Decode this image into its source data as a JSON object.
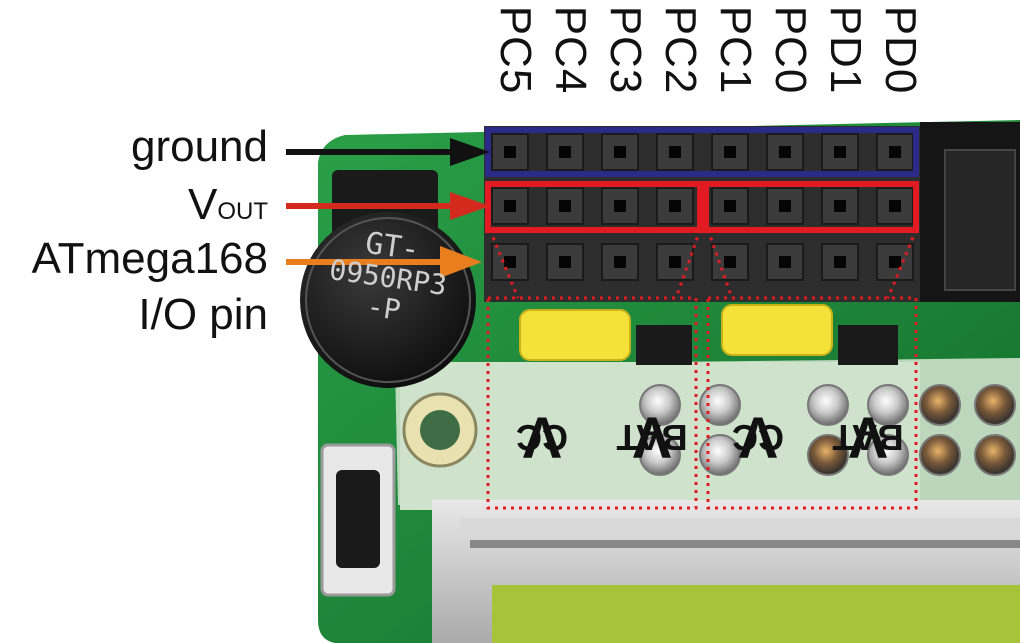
{
  "pin_labels": [
    "PC5",
    "PC4",
    "PC3",
    "PC2",
    "PC1",
    "PC0",
    "PD1",
    "PD0"
  ],
  "row_labels": {
    "ground": "ground",
    "vout_main": "V",
    "vout_sub": "OUT",
    "atmega_line1": "ATmega168",
    "atmega_line2": "I/O pin"
  },
  "supply_labels": [
    {
      "main": "V",
      "sub": "CC"
    },
    {
      "main": "V",
      "sub": "BAT"
    },
    {
      "main": "V",
      "sub": "CC"
    },
    {
      "main": "V",
      "sub": "BAT"
    }
  ],
  "buzzer_text": {
    "line1": "GT-",
    "line2": "0950RP3",
    "line3": "-P"
  },
  "colors": {
    "ground_arrow": "#111111",
    "vout_arrow": "#d42a1e",
    "io_arrow": "#e87e1e",
    "ground_box": "#2b2a88",
    "vout_box": "#e21b23",
    "dotted_box": "#e21b23",
    "pcb": "#1f8a3a",
    "header": "#2a2a2a"
  }
}
